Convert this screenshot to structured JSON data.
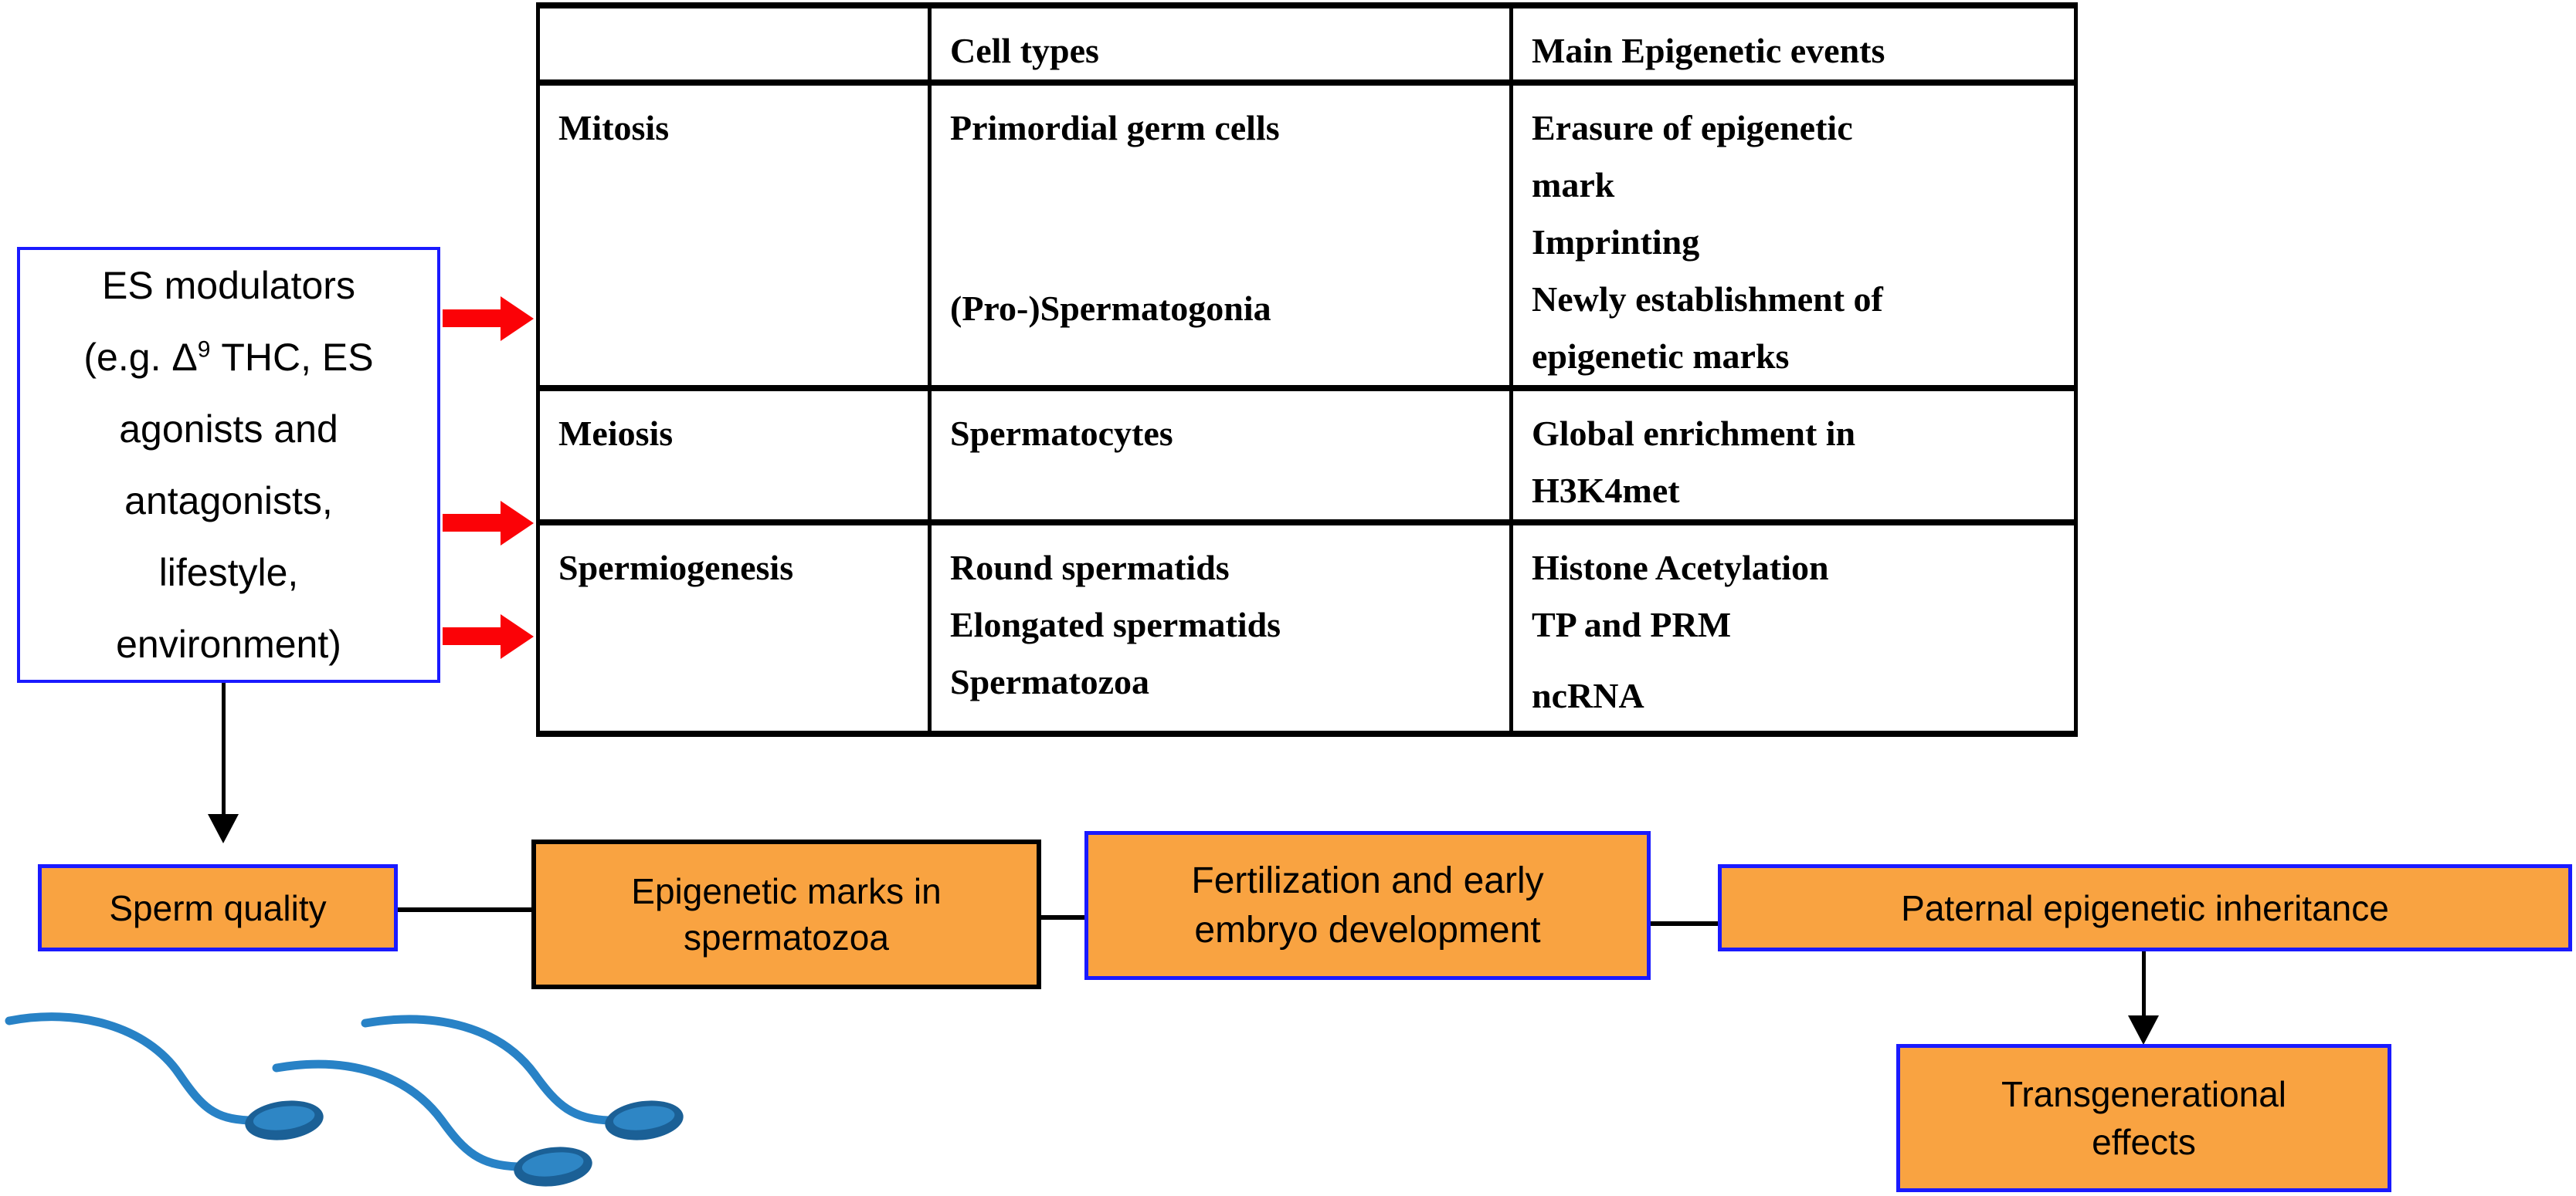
{
  "colors": {
    "orange": "#F9A341",
    "box_border_blue": "#1A1AFF",
    "red_arrow": "#FB0207",
    "sperm_tail": "#2882C6",
    "sperm_head_outer": "#1B6096",
    "sperm_head_inner": "#2E86C5"
  },
  "table": {
    "col_headers": [
      "",
      "Cell types",
      "Main Epigenetic events"
    ],
    "rows": [
      {
        "phase": "Mitosis",
        "cell_types_top": "Primordial germ cells",
        "cell_types_bottom": "(Pro-)Spermatogonia",
        "events": [
          "Erasure of epigenetic",
          "mark",
          "Imprinting",
          "Newly establishment of",
          "epigenetic marks"
        ]
      },
      {
        "phase": "Meiosis",
        "cell_types": "Spermatocytes",
        "events": [
          "Global enrichment in",
          "H3K4met"
        ]
      },
      {
        "phase": "Spermiogenesis",
        "cell_types": [
          "Round spermatids",
          "Elongated spermatids",
          "Spermatozoa"
        ],
        "events": [
          "Histone Acetylation",
          "TP and PRM",
          "ncRNA"
        ]
      }
    ]
  },
  "es_box": {
    "line1": "ES modulators",
    "line2_pre": "(e.g. Δ",
    "line2_sup": "9",
    "line2_post": "THC, ES",
    "line3": "agonists and",
    "line4": "antagonists,",
    "line5": "lifestyle,",
    "line6": "environment)"
  },
  "flow": {
    "sperm_quality": "Sperm quality",
    "epigenetic_marks_line1": "Epigenetic marks in",
    "epigenetic_marks_line2": "spermatozoa",
    "fertilization_line1": "Fertilization and early",
    "fertilization_line2": "embryo development",
    "paternal": "Paternal epigenetic inheritance",
    "transgenerational_line1": "Transgenerational",
    "transgenerational_line2": "effects"
  }
}
